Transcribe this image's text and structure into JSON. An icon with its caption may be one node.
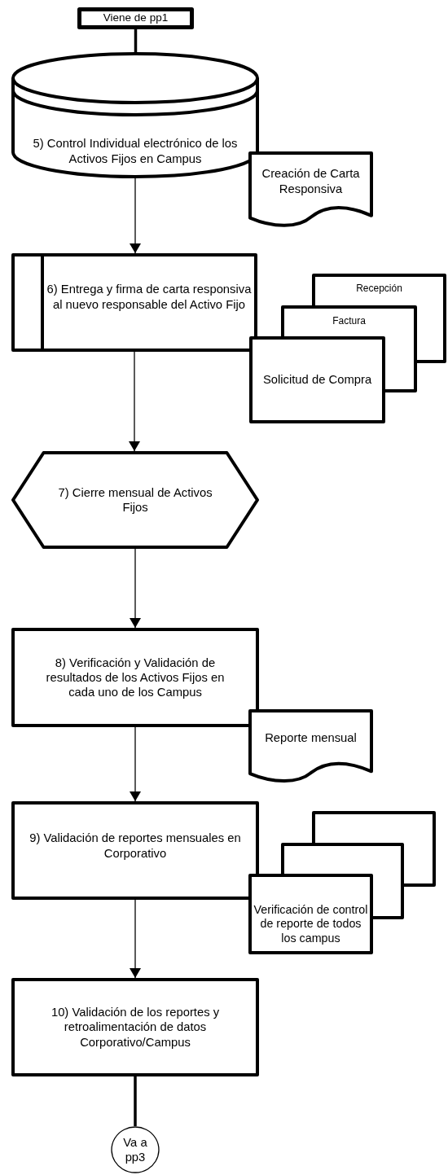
{
  "diagram": {
    "nodes": [
      {
        "text": [
          "Viene de pp1"
        ]
      },
      {
        "text": [
          "5) Control Individual electrónico de los Activos Fijos en Campus"
        ]
      },
      {
        "text": [
          "Creación de Carta Responsiva"
        ]
      },
      {
        "text": [
          "6) Entrega y firma de carta responsiva al nuevo responsable del Activo Fijo"
        ]
      },
      {
        "text": [
          "Recepción"
        ]
      },
      {
        "text": [
          "Factura"
        ]
      },
      {
        "text": [
          "Solicitud de Compra"
        ]
      },
      {
        "text": [
          "7) Cierre mensual de Activos Fijos"
        ]
      },
      {
        "text": [
          "8) Verificación y Validación de resultados de los Activos Fijos en cada uno de los Campus"
        ]
      },
      {
        "text": [
          "Reporte mensual"
        ]
      },
      {
        "text": [
          "9) Validación de reportes mensuales en Corporativo"
        ]
      },
      {
        "text": [],
        "shape": "box"
      },
      {
        "text": [],
        "shape": "box"
      },
      {
        "text": [
          "Verificación de control de reporte de todos los campus"
        ]
      },
      {
        "text": [
          "10) Validación de los reportes y retroalimentación de datos Corporativo/Campus"
        ]
      },
      {
        "text": [
          "Va a pp3"
        ]
      }
    ],
    "edges": [
      {
        "from": 0,
        "to": 1,
        "arrow": "none",
        "style": "thick"
      },
      {
        "from": 1,
        "to": 3,
        "arrow": "to"
      },
      {
        "from": 3,
        "to": 7,
        "arrow": "to"
      },
      {
        "from": 7,
        "to": 8,
        "arrow": "to"
      },
      {
        "from": 8,
        "to": 10,
        "arrow": "to"
      },
      {
        "from": 10,
        "to": 14,
        "arrow": "to"
      },
      {
        "from": 14,
        "to": 15,
        "arrow": "none",
        "style": "thick"
      }
    ]
  }
}
